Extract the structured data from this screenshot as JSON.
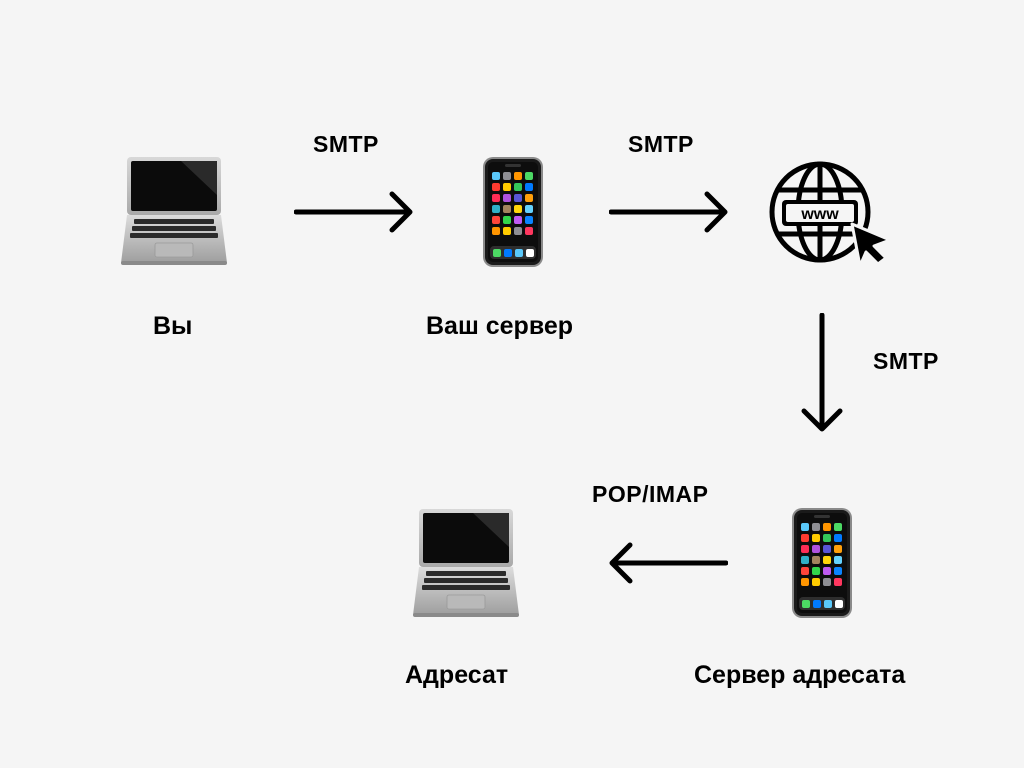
{
  "nodes": {
    "you": "Вы",
    "your_server": "Ваш сервер",
    "recipient_server": "Сервер адресата",
    "recipient": "Адресат"
  },
  "protocols": {
    "you_to_server": "SMTP",
    "server_to_web": "SMTP",
    "web_to_recipient_server": "SMTP",
    "recipient_server_to_recipient": "POP/IMAP"
  },
  "web_icon_text": "www",
  "icons": {
    "you": "laptop-icon",
    "your_server": "phone-icon",
    "internet": "globe-www-icon",
    "recipient_server": "phone-icon",
    "recipient": "laptop-icon"
  },
  "colors": {
    "background": "#f5f5f5",
    "foreground": "#000000"
  }
}
